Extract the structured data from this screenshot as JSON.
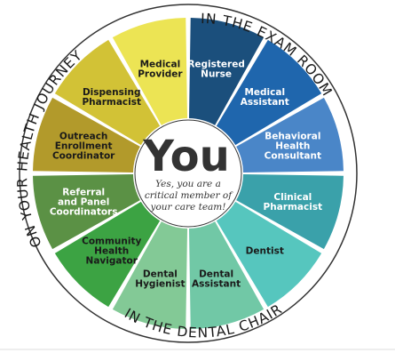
{
  "center": {
    "title": "You",
    "subtitle_lines": [
      "Yes, you are a",
      "critical member of",
      "your care team!"
    ]
  },
  "ring_labels": {
    "exam_room": "IN THE EXAM ROOM",
    "dental_chair": "IN THE DENTAL CHAIR",
    "health_journey": "ON YOUR HEALTH JOURNEY"
  },
  "colors": {
    "outer_ring": "#ffffff",
    "outer_border": "#333333",
    "center_bg": "#ffffff",
    "footer_rule": "#dddddd"
  },
  "segments": [
    {
      "lines": [
        "Registered",
        "Nurse"
      ],
      "color": "#1b4f7c",
      "text": "#ffffff"
    },
    {
      "lines": [
        "Medical",
        "Assistant"
      ],
      "color": "#1f66ad",
      "text": "#ffffff"
    },
    {
      "lines": [
        "Behavioral",
        "Health",
        "Consultant"
      ],
      "color": "#4a86c8",
      "text": "#ffffff"
    },
    {
      "lines": [
        "Clinical",
        "Pharmacist"
      ],
      "color": "#3aa1aa",
      "text": "#ffffff"
    },
    {
      "lines": [
        "Dentist"
      ],
      "color": "#56c6be",
      "text": "#1a1a1a"
    },
    {
      "lines": [
        "Dental",
        "Assistant"
      ],
      "color": "#71c8a6",
      "text": "#1a1a1a"
    },
    {
      "lines": [
        "Dental",
        "Hygienist"
      ],
      "color": "#83c996",
      "text": "#1a1a1a"
    },
    {
      "lines": [
        "Community",
        "Health",
        "Navigator"
      ],
      "color": "#3ca343",
      "text": "#1a1a1a"
    },
    {
      "lines": [
        "Referral",
        "and Panel",
        "Coordinators"
      ],
      "color": "#5b9145",
      "text": "#ffffff"
    },
    {
      "lines": [
        "Outreach",
        "Enrollment",
        "Coordinator"
      ],
      "color": "#b29a2b",
      "text": "#1a1a1a"
    },
    {
      "lines": [
        "Dispensing",
        "Pharmacist"
      ],
      "color": "#d2c236",
      "text": "#1a1a1a"
    },
    {
      "lines": [
        "Medical",
        "Provider"
      ],
      "color": "#ece454",
      "text": "#1a1a1a"
    }
  ]
}
